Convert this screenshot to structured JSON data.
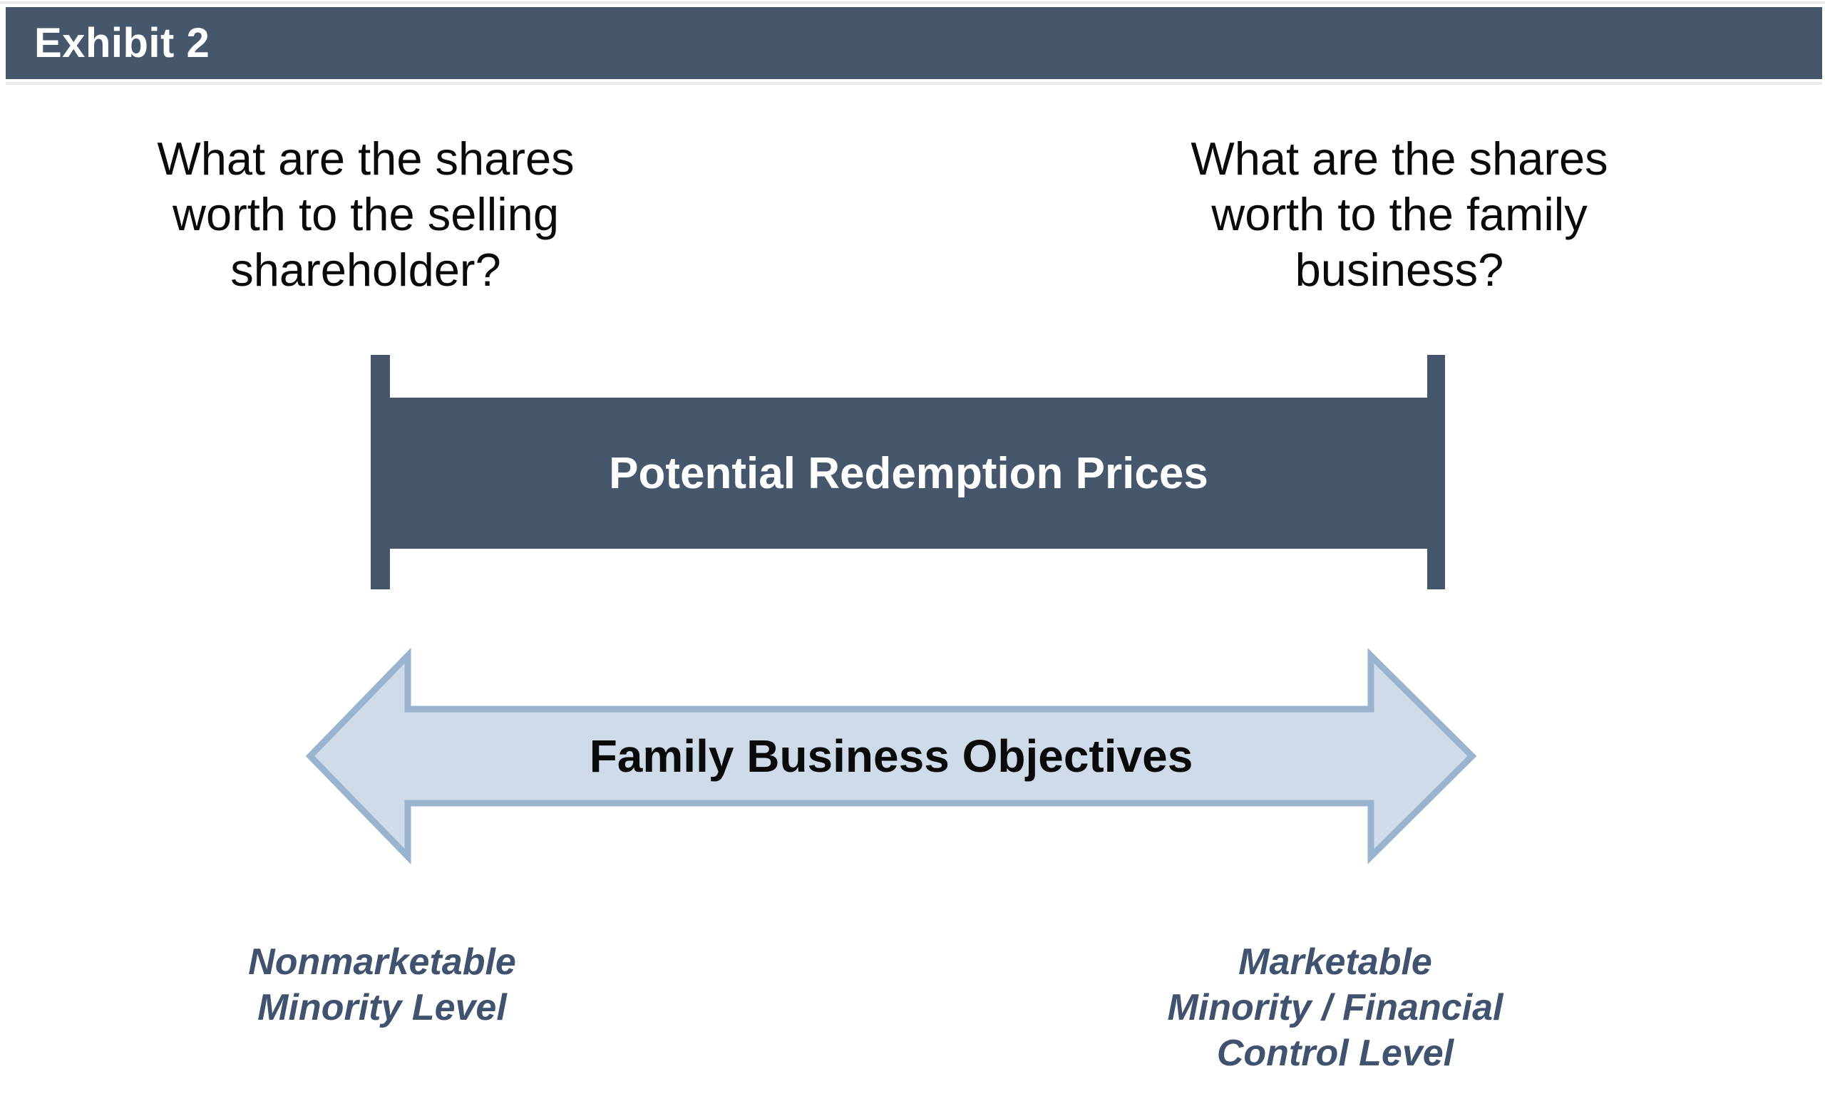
{
  "header": {
    "title": "Exhibit 2"
  },
  "questions": {
    "left": {
      "lines": [
        "What are the shares",
        "worth to the selling",
        "shareholder?"
      ]
    },
    "right": {
      "lines": [
        "What are the shares",
        "worth to the family",
        "business?"
      ]
    }
  },
  "redemption_bar": {
    "label": "Potential Redemption Prices"
  },
  "objectives_arrow": {
    "label": "Family Business Objectives"
  },
  "level_labels": {
    "left": {
      "lines": [
        "Nonmarketable",
        "Minority Level"
      ]
    },
    "right": {
      "lines": [
        "Marketable",
        "Minority / Financial",
        "Control Level"
      ]
    }
  },
  "colors": {
    "slate": "#46566B",
    "label_color": "#40526E",
    "arrow_fill": "#CFDBE9",
    "arrow_border": "#9AB4D0",
    "question_color": "#0A0A0A",
    "bar_text": "#FFFFFF",
    "page_bg": "#FFFFFF"
  }
}
